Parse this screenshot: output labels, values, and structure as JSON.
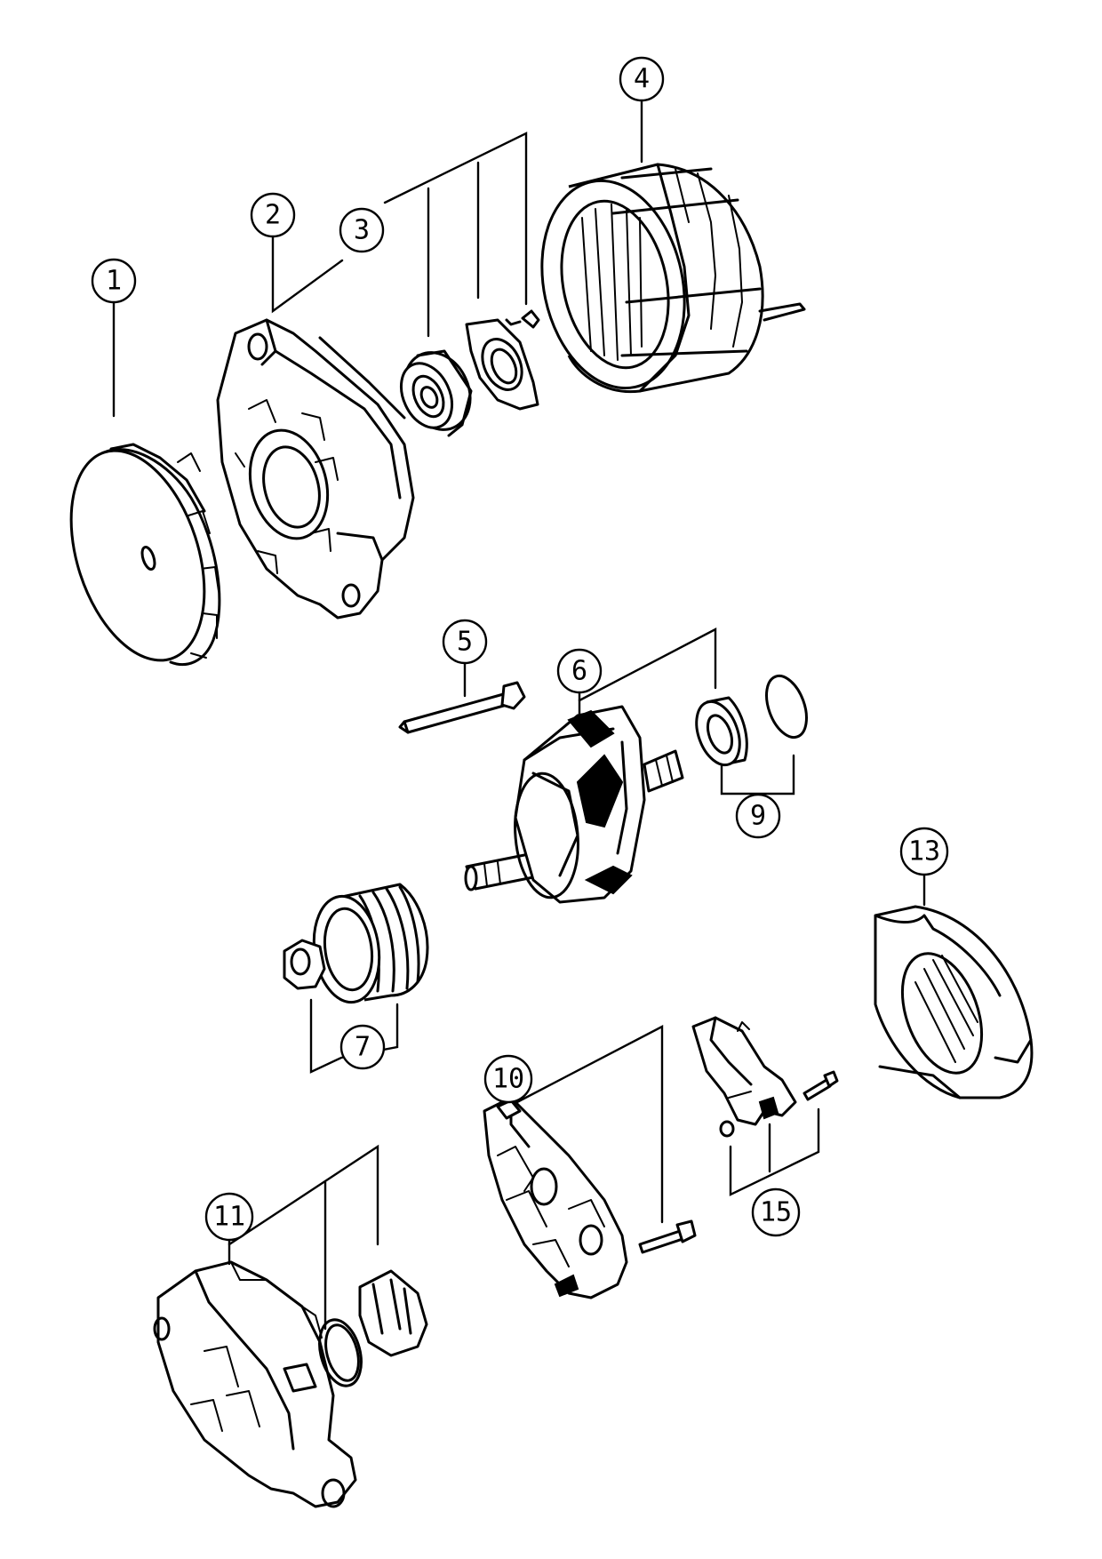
{
  "callouts": [
    {
      "id": "1",
      "label": "1"
    },
    {
      "id": "2",
      "label": "2"
    },
    {
      "id": "3",
      "label": "3"
    },
    {
      "id": "4",
      "label": "4"
    },
    {
      "id": "5",
      "label": "5"
    },
    {
      "id": "6",
      "label": "6"
    },
    {
      "id": "7",
      "label": "7"
    },
    {
      "id": "9",
      "label": "9"
    },
    {
      "id": "10",
      "label": "10"
    },
    {
      "id": "11",
      "label": "11"
    },
    {
      "id": "13",
      "label": "13"
    },
    {
      "id": "15",
      "label": "15"
    }
  ]
}
